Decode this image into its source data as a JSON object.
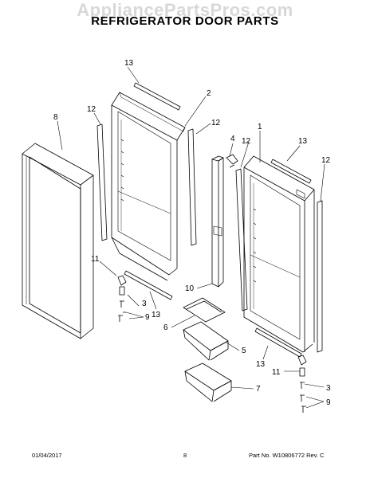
{
  "header": {
    "watermark": "AppliancePartsPros.com",
    "title": "REFRIGERATOR DOOR PARTS"
  },
  "callouts": {
    "c1": "1",
    "c2": "2",
    "c3a": "3",
    "c3b": "3",
    "c4": "4",
    "c5": "5",
    "c6": "6",
    "c7": "7",
    "c8": "8",
    "c9a": "9",
    "c9b": "9",
    "c10": "10",
    "c11a": "11",
    "c11b": "11",
    "c12a": "12",
    "c12b": "12",
    "c12c": "12",
    "c12d": "12",
    "c13a": "13",
    "c13b": "13",
    "c13c": "13",
    "c13d": "13"
  },
  "footer": {
    "date": "01/04/2017",
    "page": "8",
    "part_number": "Part No.  W10806772  Rev.  C"
  }
}
